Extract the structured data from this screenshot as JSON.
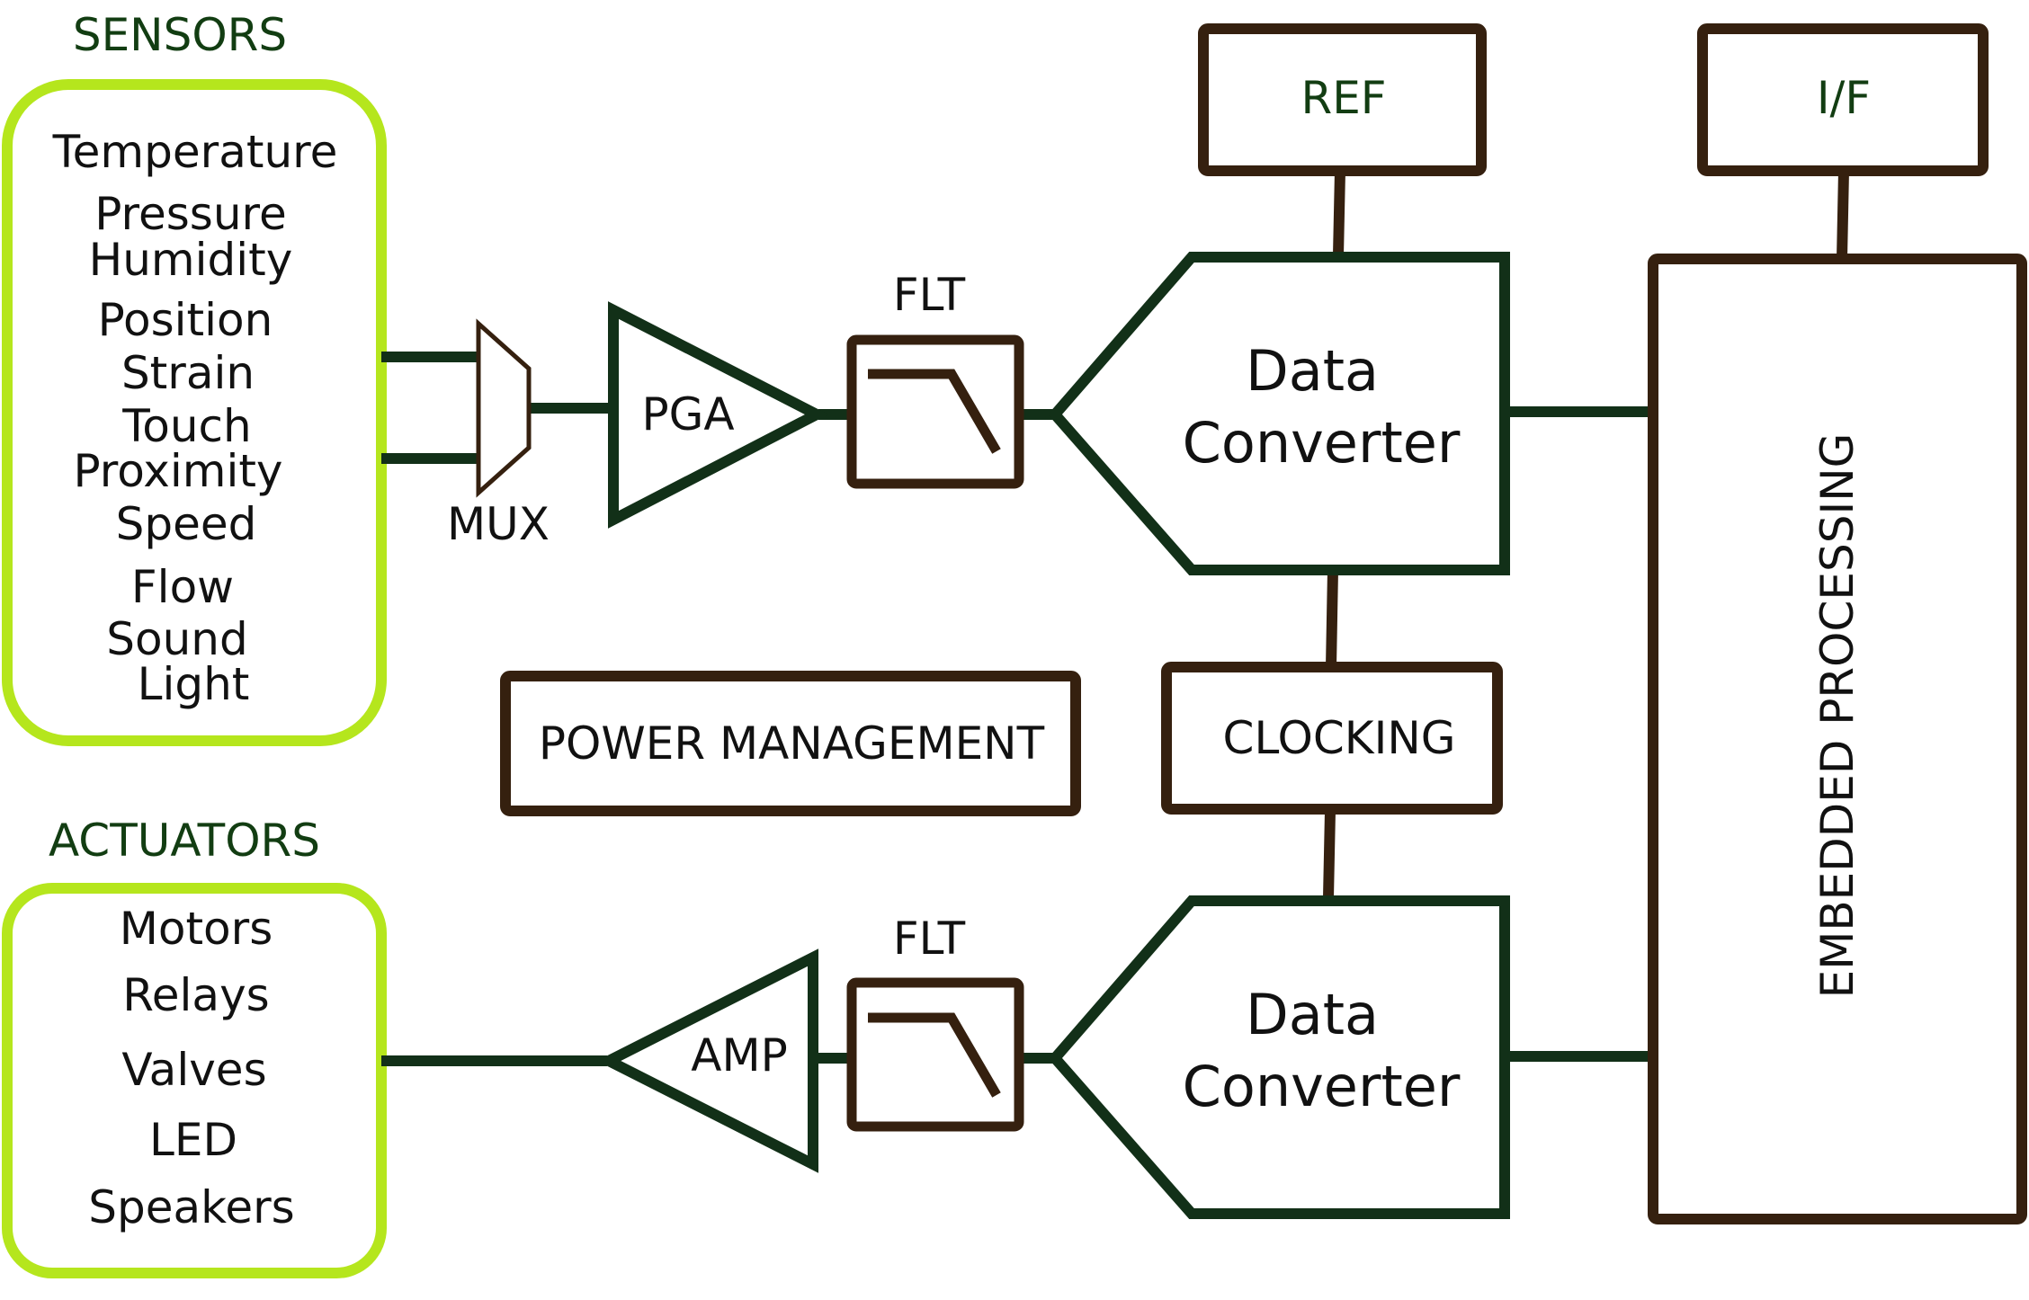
{
  "sensors": {
    "title": "SENSORS",
    "items": [
      "Temperature",
      "Pressure",
      "Humidity",
      "Position",
      "Strain",
      "Touch",
      "Proximity",
      "Speed",
      "Flow",
      "Sound",
      "Light"
    ]
  },
  "actuators": {
    "title": "ACTUATORS",
    "items": [
      "Motors",
      "Relays",
      "Valves",
      "LED",
      "Speakers"
    ]
  },
  "blocks": {
    "mux": "MUX",
    "pga": "PGA",
    "amp": "AMP",
    "flt_top": "FLT",
    "flt_bottom": "FLT",
    "ref": "REF",
    "interface": "I/F",
    "converter_top": {
      "line1": "Data",
      "line2": "Converter"
    },
    "converter_bottom": {
      "line1": "Data",
      "line2": "Converter"
    },
    "clocking": "CLOCKING",
    "power_management": "POWER MANAGEMENT",
    "embedded_processing": "EMBEDDED PROCESSING"
  },
  "colors": {
    "group_border": "#b5e61d",
    "group_title": "#123d12",
    "block_stroke": "#35200f",
    "signal_line": "#123018",
    "text": "#111111"
  }
}
